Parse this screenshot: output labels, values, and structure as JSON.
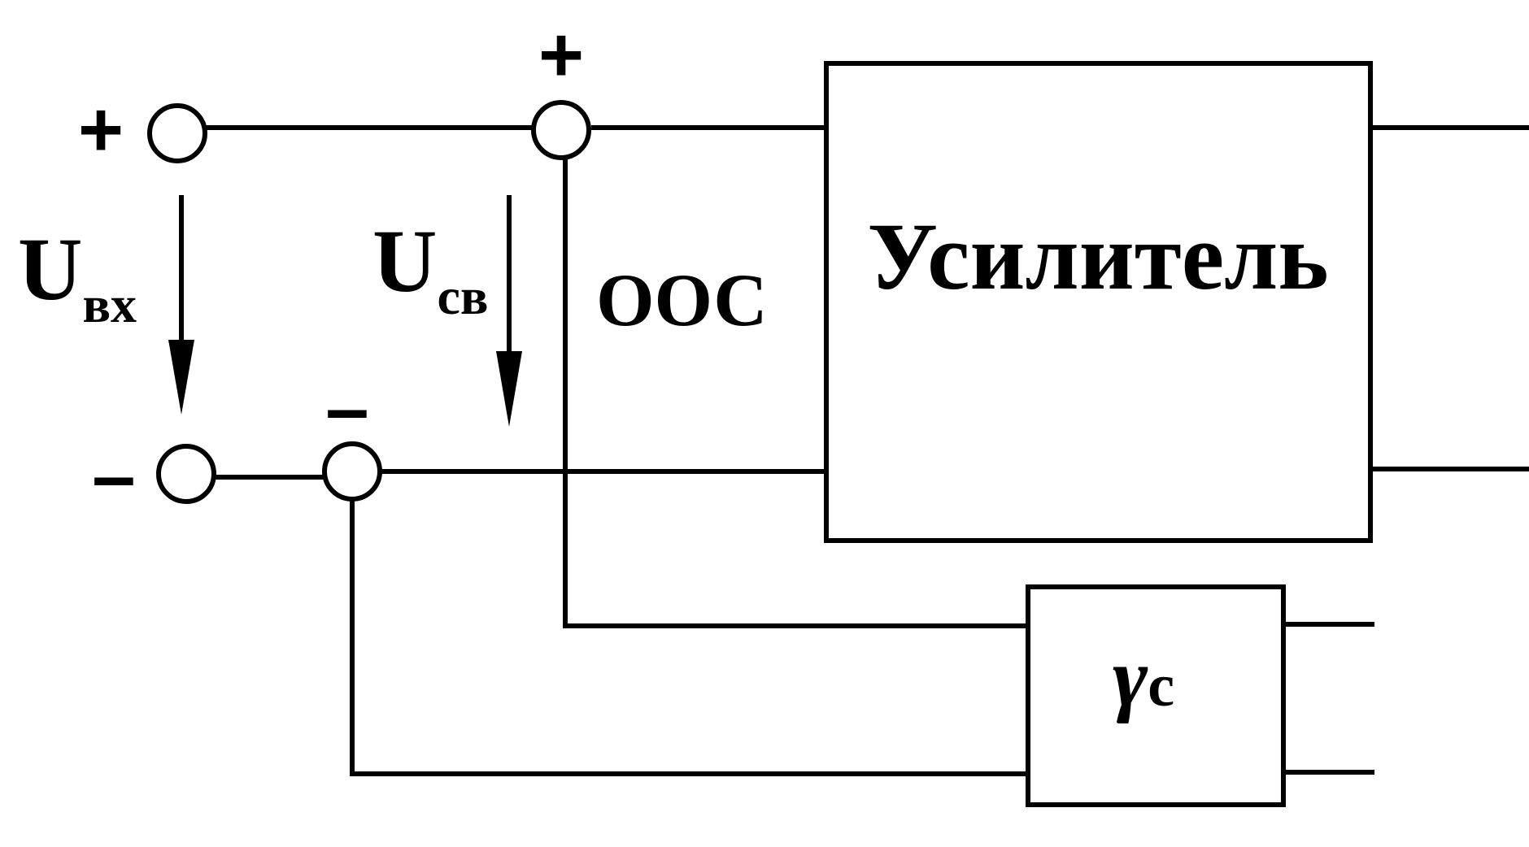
{
  "diagram": {
    "amplifier_label": "Усилитель",
    "feedback_block_label": {
      "main": "γ",
      "sub": "c"
    },
    "feedback_type_label": "ООС",
    "input_voltage_label": {
      "main": "U",
      "sub": "вх"
    },
    "feedback_voltage_label": {
      "main": "U",
      "sub": "св"
    },
    "terminal_signs": {
      "input_plus": "+",
      "input_minus": "–",
      "amp_plus": "+",
      "amp_minus": "–"
    }
  }
}
